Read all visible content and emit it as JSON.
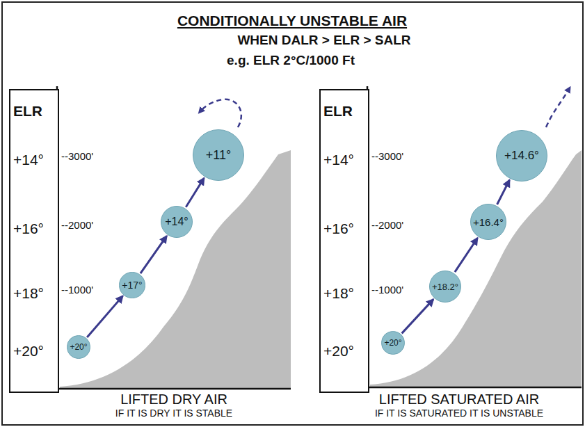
{
  "diagram": {
    "title": "CONDITIONALLY UNSTABLE AIR",
    "nodes": [
      {
        "text": [
          "ELR",
          "+14°",
          "+16°",
          "+18°",
          "+20°"
        ]
      },
      {
        "text": [
          "+20°"
        ]
      },
      {
        "text": [
          "+17°"
        ]
      },
      {
        "text": [
          "+14°"
        ]
      },
      {
        "text": [
          "+11°"
        ]
      },
      {
        "text": [
          "ELR",
          "+14°",
          "+16°",
          "+18°",
          "+20°"
        ]
      },
      {
        "text": [
          "+20°"
        ]
      },
      {
        "text": [
          "+18.2°"
        ]
      },
      {
        "text": [
          "+16.4°"
        ]
      },
      {
        "text": [
          "+14.6°"
        ]
      }
    ],
    "edges": [
      {
        "from": 1,
        "to": 2,
        "arrow": "to"
      },
      {
        "from": 2,
        "to": 3,
        "arrow": "to"
      },
      {
        "from": 3,
        "to": 4,
        "arrow": "to"
      },
      {
        "from": 6,
        "to": 7,
        "arrow": "to"
      },
      {
        "from": 7,
        "to": 8,
        "arrow": "to"
      },
      {
        "from": 8,
        "to": 9,
        "arrow": "to"
      }
    ],
    "labels": [
      "WHEN DALR > ELR > SALR",
      "e.g. ELR 2°C/1000 Ft",
      "--3000'",
      "--2000'",
      "--1000'",
      "LIFTED DRY AIR",
      "IF IT IS DRY IT IS STABLE",
      "--3000'",
      "--2000'",
      "--1000'",
      "LIFTED SATURATED AIR",
      "IF IT IS SATURATED IT IS UNSTABLE"
    ]
  }
}
